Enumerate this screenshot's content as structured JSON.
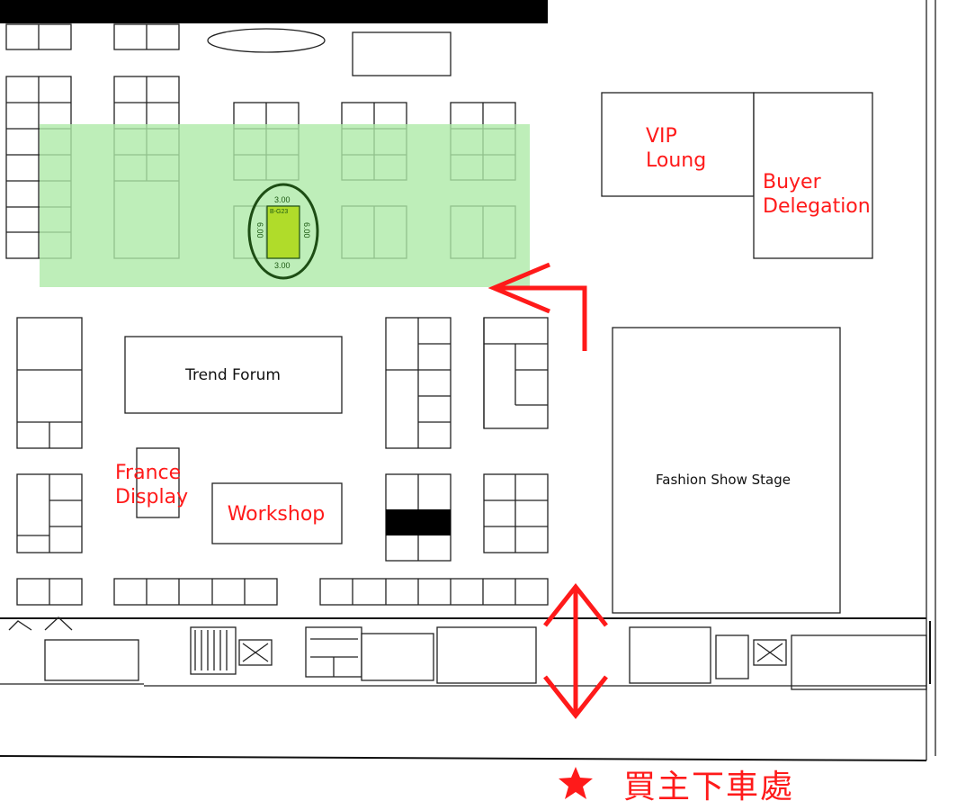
{
  "map": {
    "zones": {
      "vip": [
        "VIP",
        "Loung"
      ],
      "buyer": [
        "Buyer",
        "Delegation"
      ],
      "trend_forum": "Trend Forum",
      "france": [
        "France",
        "Display"
      ],
      "workshop": "Workshop",
      "fashion_show": "Fashion Show Stage"
    },
    "highlighted_booth": {
      "id": "B-G23",
      "width_top": "3.00",
      "width_bottom": "3.00",
      "depth_left": "6.00",
      "depth_right": "6.00"
    },
    "dropoff_label": "買主下車處",
    "colors": {
      "highlight_zone": "#aeeaa8",
      "booth_fill": "#b0dc2a",
      "ring": "#1d4d14",
      "annotation": "#ff1a1a"
    }
  }
}
